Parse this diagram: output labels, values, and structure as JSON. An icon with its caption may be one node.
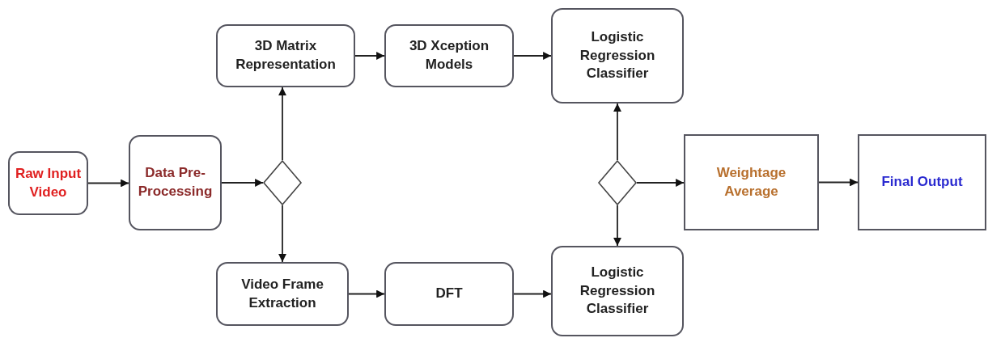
{
  "diagram": {
    "nodes": [
      {
        "text": [
          "Raw Input Video"
        ]
      },
      {
        "text": [
          "Data Pre-Processing"
        ]
      },
      {
        "text": [],
        "shape": "diamond"
      },
      {
        "text": [
          "3D Matrix Representation"
        ]
      },
      {
        "text": [
          "3D Xception Models"
        ]
      },
      {
        "text": [
          "Logistic Regression Classifier"
        ]
      },
      {
        "text": [
          "Video Frame Extraction"
        ]
      },
      {
        "text": [
          "DFT"
        ]
      },
      {
        "text": [
          "Logistic Regression Classifier"
        ]
      },
      {
        "text": [],
        "shape": "diamond"
      },
      {
        "text": [
          "Weightage Average"
        ]
      },
      {
        "text": [
          "Final Output"
        ]
      }
    ],
    "edges": [
      {
        "from": 0,
        "to": 1,
        "arrow": "to"
      },
      {
        "from": 1,
        "to": 2,
        "arrow": "to"
      },
      {
        "from": 2,
        "to": 3,
        "arrow": "to"
      },
      {
        "from": 2,
        "to": 6,
        "arrow": "to"
      },
      {
        "from": 3,
        "to": 4,
        "arrow": "to"
      },
      {
        "from": 4,
        "to": 5,
        "arrow": "to"
      },
      {
        "from": 6,
        "to": 7,
        "arrow": "to"
      },
      {
        "from": 7,
        "to": 8,
        "arrow": "to"
      },
      {
        "from": 9,
        "to": 5,
        "arrow": "to"
      },
      {
        "from": 9,
        "to": 8,
        "arrow": "to"
      },
      {
        "from": 9,
        "to": 10,
        "arrow": "to"
      },
      {
        "from": 10,
        "to": 11,
        "arrow": "to"
      }
    ]
  }
}
